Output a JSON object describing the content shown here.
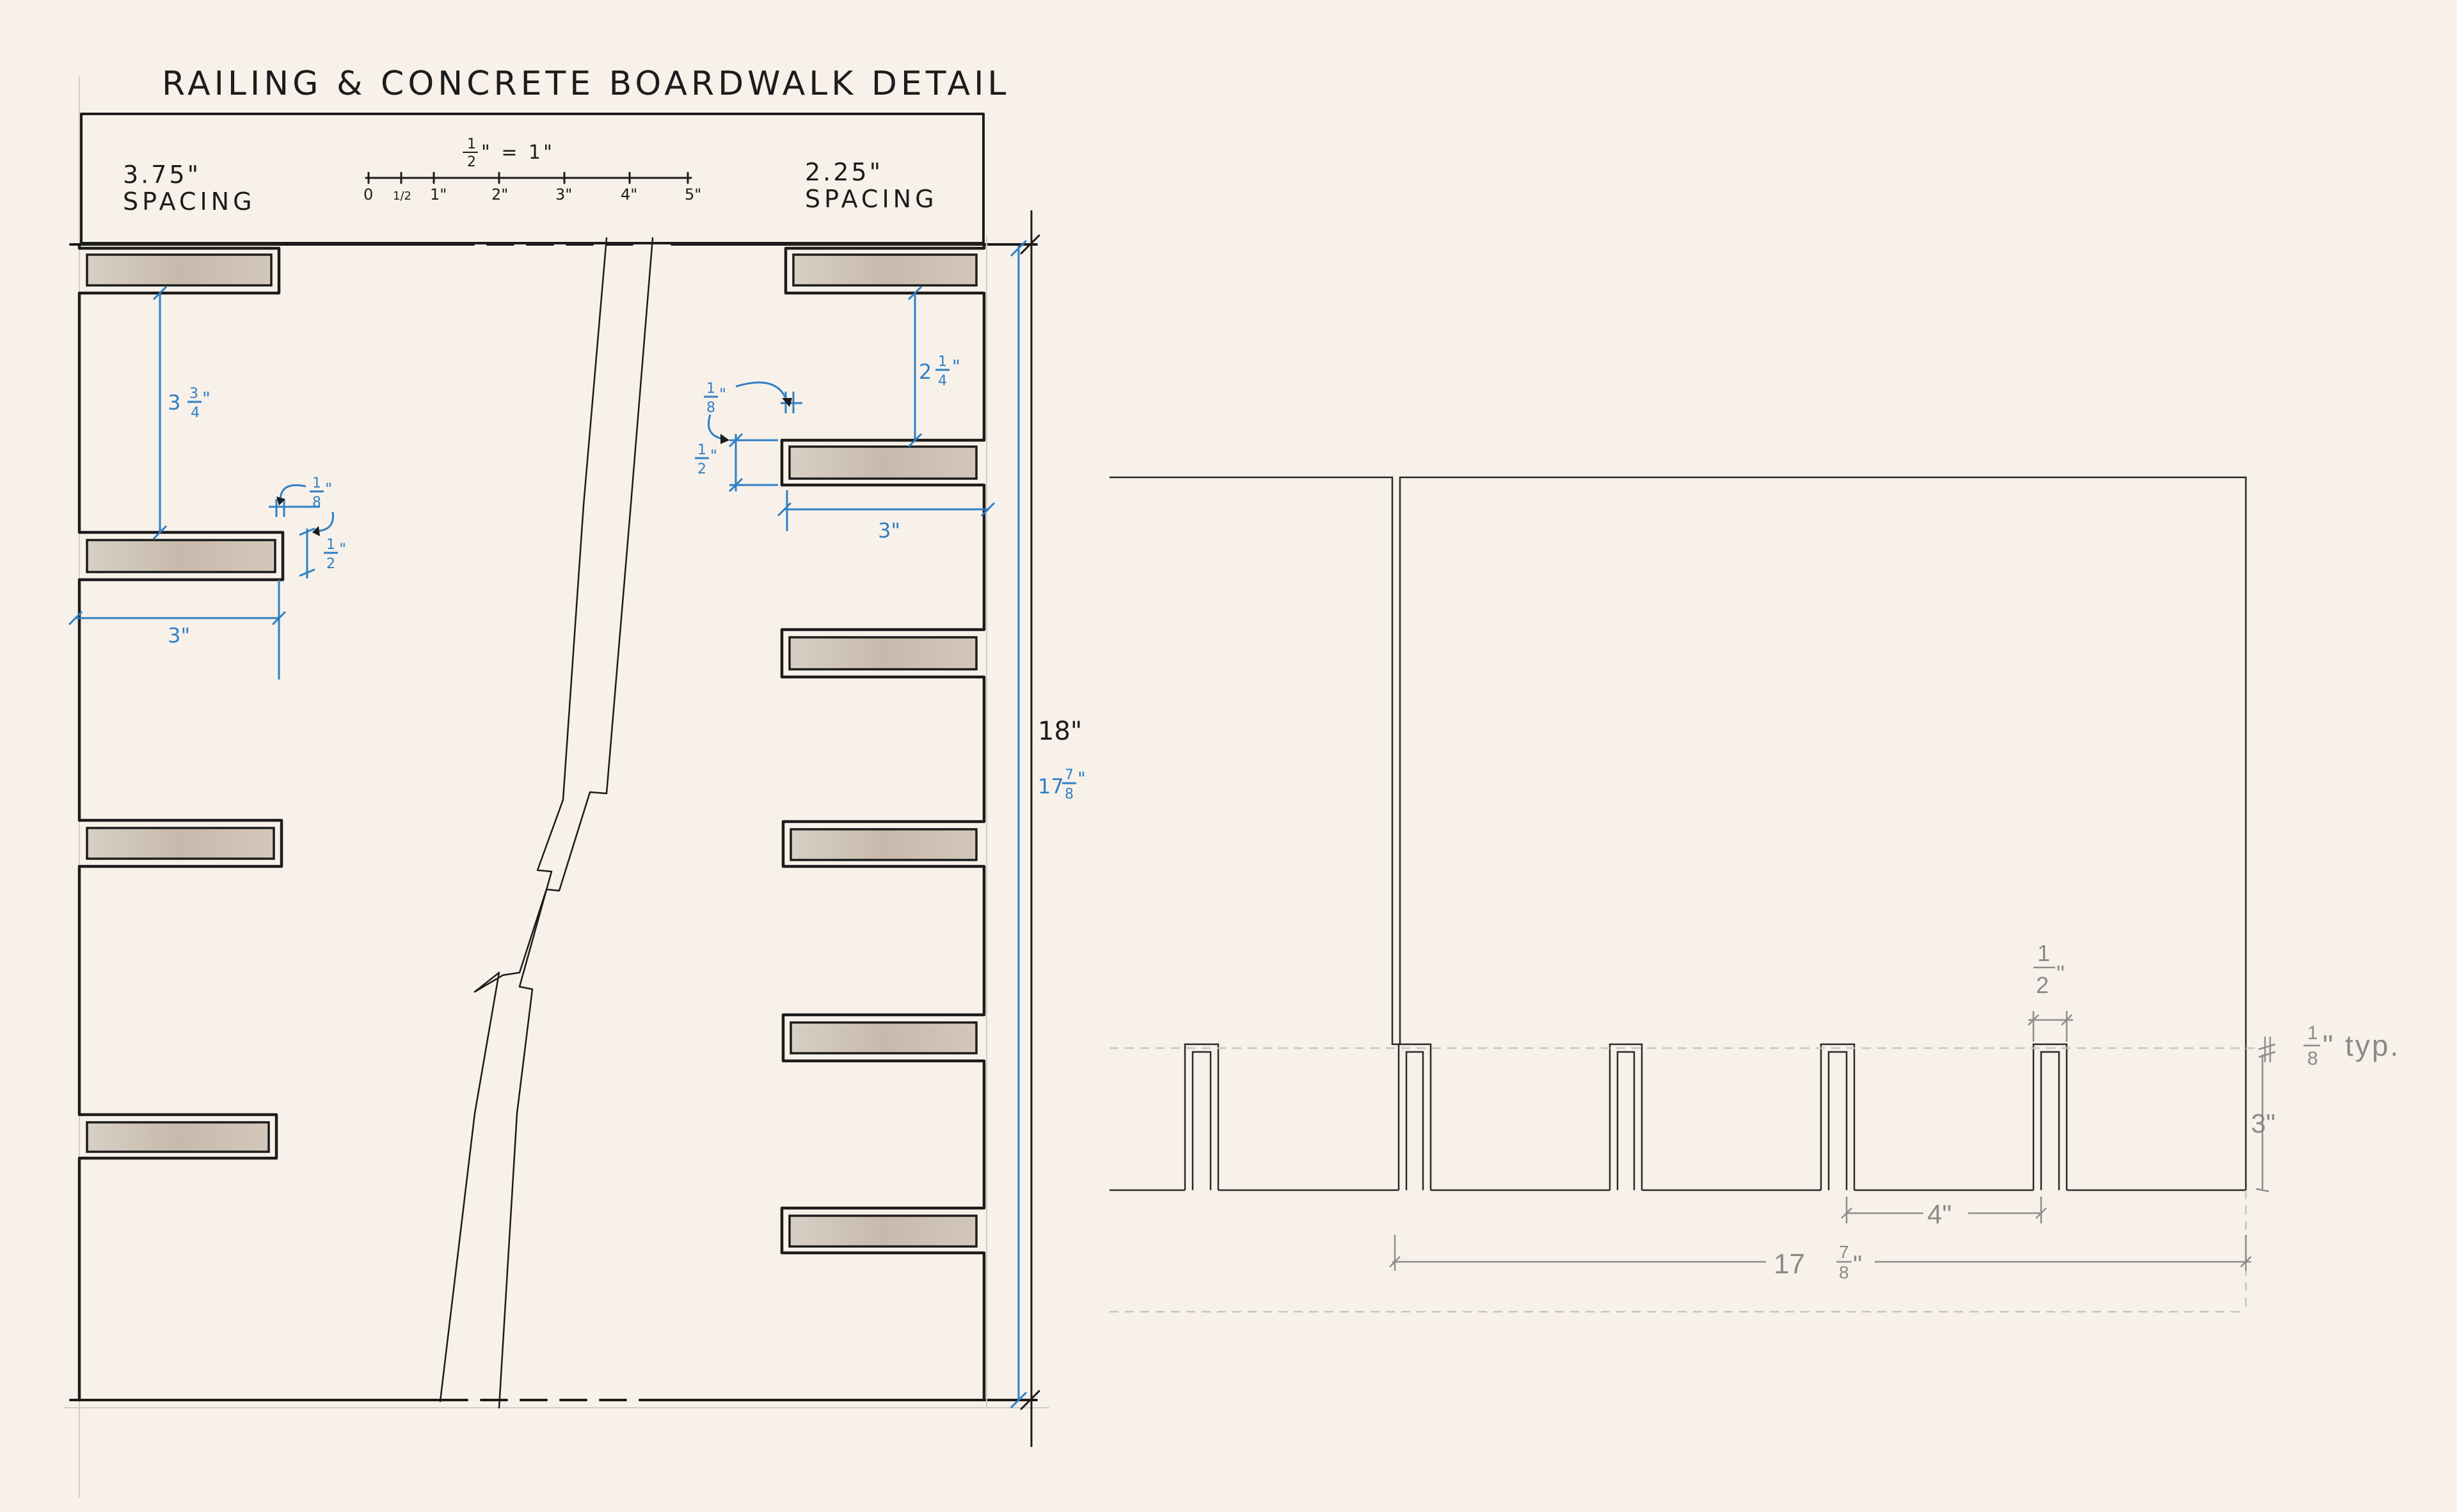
{
  "title": "RAILING & CONCRETE BOARDWALK DETAIL",
  "header": {
    "left_spacing_value": "3.75\"",
    "left_spacing_word": "SPACING",
    "right_spacing_value": "2.25\"",
    "right_spacing_word": "SPACING"
  },
  "scale": {
    "label_num": "1",
    "label_den": "2",
    "label_rest": "\" = 1\"",
    "ticks": [
      "0",
      "1/2",
      "1\"",
      "2\"",
      "3\"",
      "4\"",
      "5\""
    ]
  },
  "plan_dims": {
    "left_gap_whole": "3",
    "left_gap_num": "3",
    "left_gap_den": "4",
    "left_gap_unit": "\"",
    "left_slot_width": "3\"",
    "left_thickness_num": "1",
    "left_thickness_den": "8",
    "left_thickness_unit": "\"",
    "left_depth_num": "1",
    "left_depth_den": "2",
    "left_depth_unit": "\"",
    "right_gap_whole": "2",
    "right_gap_num": "1",
    "right_gap_den": "4",
    "right_gap_unit": "\"",
    "right_slot_width": "3\"",
    "right_thickness_num": "1",
    "right_thickness_den": "8",
    "right_thickness_unit": "\"",
    "right_depth_num": "1",
    "right_depth_den": "2",
    "right_depth_unit": "\"",
    "overall_nominal": "18\"",
    "overall_actual_whole": "17",
    "overall_actual_num": "7",
    "overall_actual_den": "8",
    "overall_actual_unit": "\""
  },
  "section_dims": {
    "post_width_num": "1",
    "post_width_den": "2",
    "post_width_unit": "\"",
    "wall_num": "1",
    "wall_den": "8",
    "wall_unit": "\" typ.",
    "post_height": "3\"",
    "post_spacing": "4\"",
    "total_whole": "17",
    "total_num": "7",
    "total_den": "8",
    "total_unit": "\""
  },
  "colors": {
    "ink": "#1c1c1c",
    "dimension_blue": "#2f7fc4",
    "cad_gray": "#8a8a8a",
    "paper": "#f7f1ea",
    "plank_fill": "#cfc3b6"
  }
}
